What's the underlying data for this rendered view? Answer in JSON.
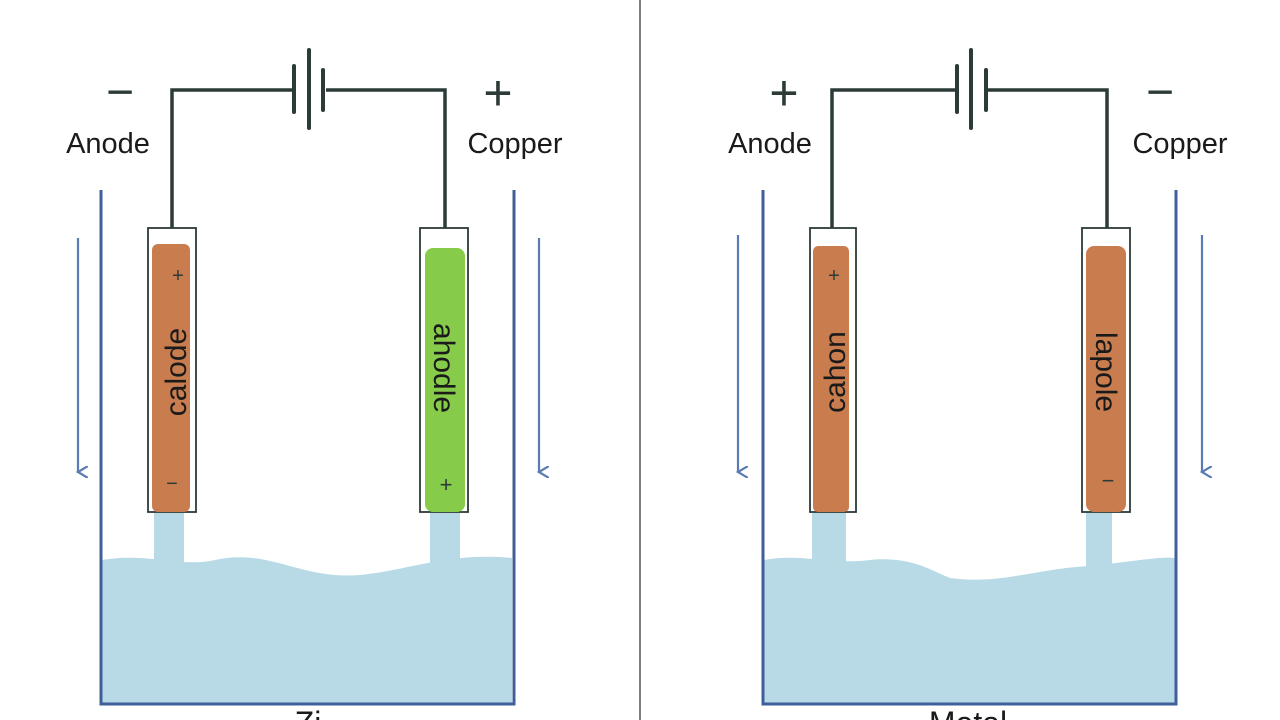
{
  "colors": {
    "background": "#ffffff",
    "wire": "#2c3b38",
    "tank": "#3f5f9a",
    "arrow": "#5b7bb3",
    "electrolyte": "#b7dae6",
    "copper": "#c97d4e",
    "green": "#86cc4a",
    "divider": "#555555"
  },
  "icons": {
    "battery": "battery-symbol-icon",
    "flow_arrow": "down-arrow-icon"
  },
  "left": {
    "polarity_left": "−",
    "polarity_right": "+",
    "label_left": "Anode",
    "label_right": "Copper",
    "electrode_left": {
      "text": "calode",
      "top_sign": "+",
      "bottom_sign": "−",
      "color": "copper"
    },
    "electrode_right": {
      "text": "ahodle",
      "bottom_sign": "+",
      "color": "green"
    },
    "bottom_caption": "Zi"
  },
  "right": {
    "polarity_left": "+",
    "polarity_right": "−",
    "label_left": "Anode",
    "label_right": "Copper",
    "electrode_left": {
      "text": "cahon",
      "top_sign": "+",
      "color": "copper"
    },
    "electrode_right": {
      "text": "lapole",
      "bottom_sign": "−",
      "color": "copper"
    },
    "bottom_caption": "Metal"
  }
}
